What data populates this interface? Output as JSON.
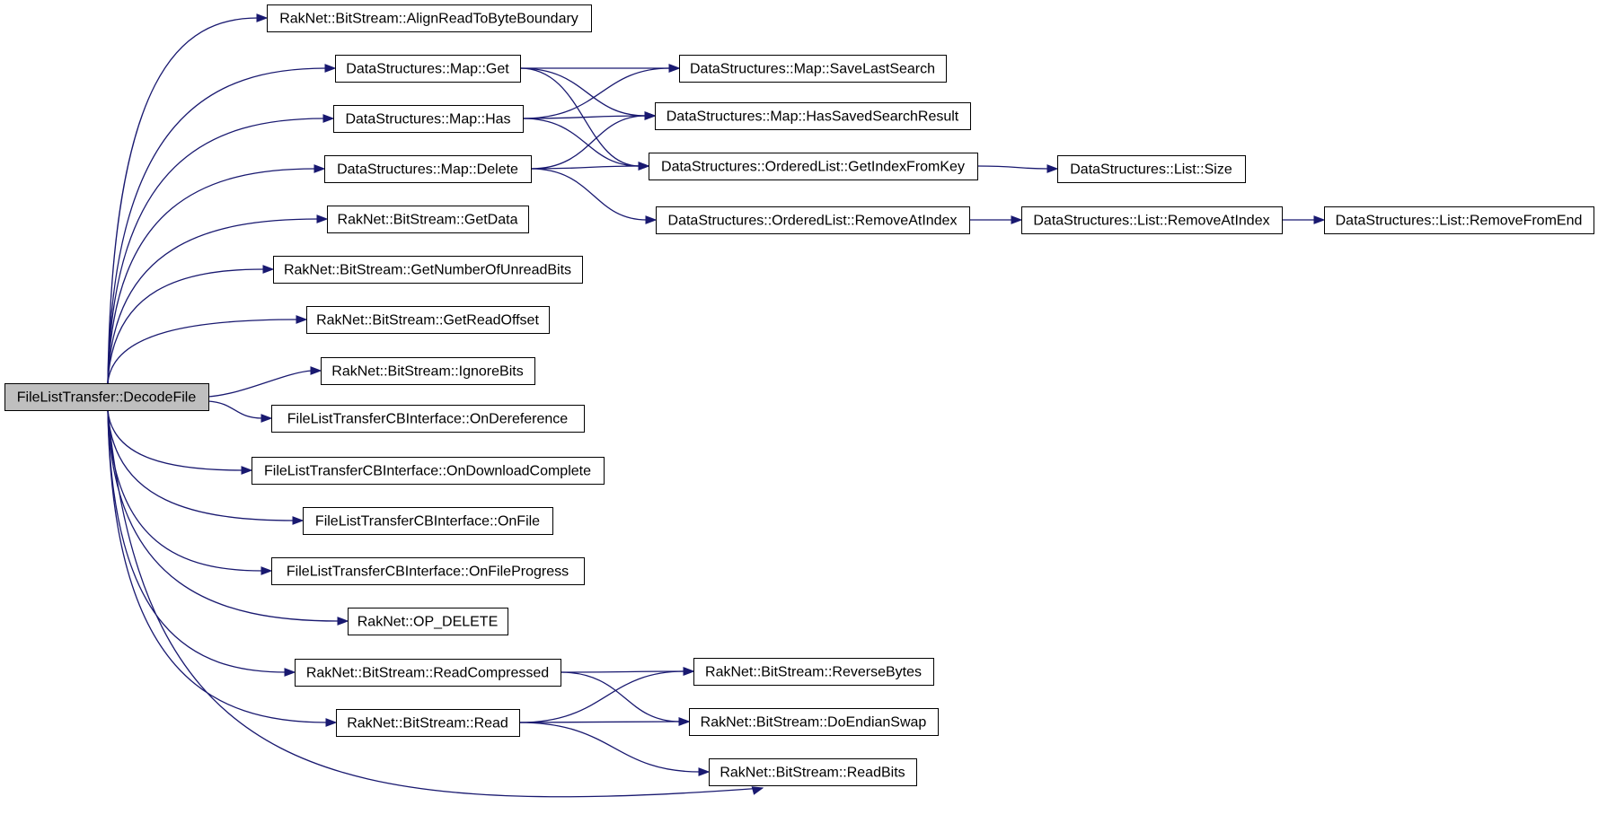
{
  "colors": {
    "edge": "#191970",
    "node_fill": "#ffffff",
    "root_fill": "#bfbfbf",
    "node_border": "#000000"
  },
  "nodes": [
    {
      "id": "decode_file",
      "label": "FileListTransfer::DecodeFile",
      "root": true
    },
    {
      "id": "align_read",
      "label": "RakNet::BitStream::AlignReadToByteBoundary"
    },
    {
      "id": "map_get",
      "label": "DataStructures::Map::Get"
    },
    {
      "id": "map_has",
      "label": "DataStructures::Map::Has"
    },
    {
      "id": "map_delete",
      "label": "DataStructures::Map::Delete"
    },
    {
      "id": "get_data",
      "label": "RakNet::BitStream::GetData"
    },
    {
      "id": "get_unread_bits",
      "label": "RakNet::BitStream::GetNumberOfUnreadBits"
    },
    {
      "id": "get_read_offset",
      "label": "RakNet::BitStream::GetReadOffset"
    },
    {
      "id": "ignore_bits",
      "label": "RakNet::BitStream::IgnoreBits"
    },
    {
      "id": "on_dereference",
      "label": "FileListTransferCBInterface::OnDereference"
    },
    {
      "id": "on_download_complete",
      "label": "FileListTransferCBInterface::OnDownloadComplete"
    },
    {
      "id": "on_file",
      "label": "FileListTransferCBInterface::OnFile"
    },
    {
      "id": "on_file_progress",
      "label": "FileListTransferCBInterface::OnFileProgress"
    },
    {
      "id": "op_delete",
      "label": "RakNet::OP_DELETE"
    },
    {
      "id": "read_compressed",
      "label": "RakNet::BitStream::ReadCompressed"
    },
    {
      "id": "bs_read",
      "label": "RakNet::BitStream::Read"
    },
    {
      "id": "save_last_search",
      "label": "DataStructures::Map::SaveLastSearch"
    },
    {
      "id": "has_saved_search",
      "label": "DataStructures::Map::HasSavedSearchResult"
    },
    {
      "id": "get_index_from_key",
      "label": "DataStructures::OrderedList::GetIndexFromKey"
    },
    {
      "id": "ol_remove_at_index",
      "label": "DataStructures::OrderedList::RemoveAtIndex"
    },
    {
      "id": "list_size",
      "label": "DataStructures::List::Size"
    },
    {
      "id": "list_remove_at_index",
      "label": "DataStructures::List::RemoveAtIndex"
    },
    {
      "id": "list_remove_from_end",
      "label": "DataStructures::List::RemoveFromEnd"
    },
    {
      "id": "reverse_bytes",
      "label": "RakNet::BitStream::ReverseBytes"
    },
    {
      "id": "do_endian_swap",
      "label": "RakNet::BitStream::DoEndianSwap"
    },
    {
      "id": "read_bits",
      "label": "RakNet::BitStream::ReadBits"
    }
  ],
  "edges": [
    {
      "from": "decode_file",
      "to": "align_read"
    },
    {
      "from": "decode_file",
      "to": "map_get"
    },
    {
      "from": "decode_file",
      "to": "map_has"
    },
    {
      "from": "decode_file",
      "to": "map_delete"
    },
    {
      "from": "decode_file",
      "to": "get_data"
    },
    {
      "from": "decode_file",
      "to": "get_unread_bits"
    },
    {
      "from": "decode_file",
      "to": "get_read_offset"
    },
    {
      "from": "decode_file",
      "to": "ignore_bits"
    },
    {
      "from": "decode_file",
      "to": "on_dereference"
    },
    {
      "from": "decode_file",
      "to": "on_download_complete"
    },
    {
      "from": "decode_file",
      "to": "on_file"
    },
    {
      "from": "decode_file",
      "to": "on_file_progress"
    },
    {
      "from": "decode_file",
      "to": "op_delete"
    },
    {
      "from": "decode_file",
      "to": "read_compressed"
    },
    {
      "from": "decode_file",
      "to": "bs_read"
    },
    {
      "from": "decode_file",
      "to": "read_bits"
    },
    {
      "from": "map_get",
      "to": "save_last_search"
    },
    {
      "from": "map_get",
      "to": "has_saved_search"
    },
    {
      "from": "map_get",
      "to": "get_index_from_key"
    },
    {
      "from": "map_has",
      "to": "save_last_search"
    },
    {
      "from": "map_has",
      "to": "has_saved_search"
    },
    {
      "from": "map_has",
      "to": "get_index_from_key"
    },
    {
      "from": "map_delete",
      "to": "has_saved_search"
    },
    {
      "from": "map_delete",
      "to": "get_index_from_key"
    },
    {
      "from": "map_delete",
      "to": "ol_remove_at_index"
    },
    {
      "from": "get_index_from_key",
      "to": "list_size"
    },
    {
      "from": "ol_remove_at_index",
      "to": "list_remove_at_index"
    },
    {
      "from": "list_remove_at_index",
      "to": "list_remove_from_end"
    },
    {
      "from": "read_compressed",
      "to": "reverse_bytes"
    },
    {
      "from": "read_compressed",
      "to": "do_endian_swap"
    },
    {
      "from": "bs_read",
      "to": "reverse_bytes"
    },
    {
      "from": "bs_read",
      "to": "do_endian_swap"
    },
    {
      "from": "bs_read",
      "to": "read_bits"
    }
  ]
}
